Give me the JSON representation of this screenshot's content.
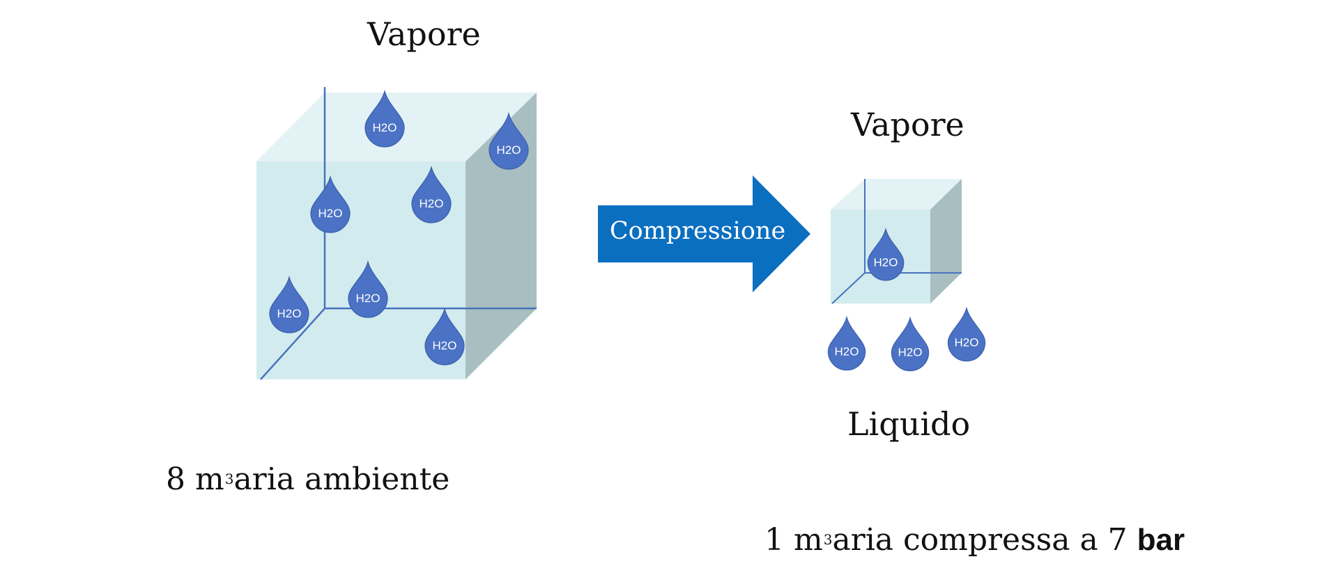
{
  "labels": {
    "vapore_left": "Vapore",
    "vapore_right": "Vapore",
    "liquido": "Liquido",
    "arrow": "Compressione",
    "drop": "H2O"
  },
  "captions": {
    "left": {
      "qty": "8 m",
      "exp": "3",
      "rest": "aria ambiente"
    },
    "right": {
      "qty": "1 m",
      "exp": "3",
      "rest": "aria compressa a 7 ",
      "unit": "bar"
    }
  },
  "colors": {
    "cube_front": "#d2ebee",
    "cube_top": "#e4f3f5",
    "cube_side": "#a7bcbf",
    "cube_edge": "#4673be",
    "drop": "#4b72c4",
    "arrow": "#0b6fc0"
  }
}
